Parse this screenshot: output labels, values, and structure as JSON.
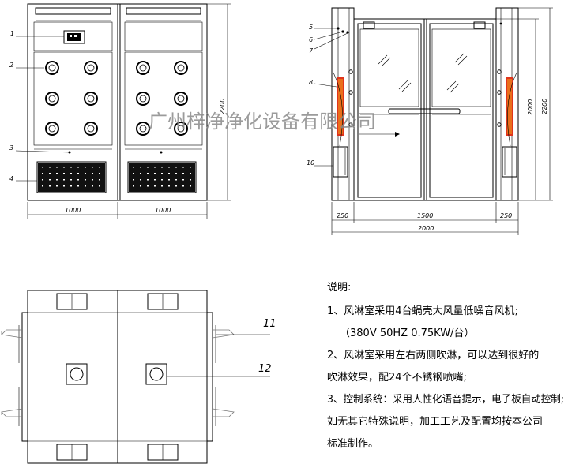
{
  "callouts": {
    "c1": "1",
    "c2": "2",
    "c3": "3",
    "c4": "4",
    "c5": "5",
    "c6": "6",
    "c7": "7",
    "c8": "8",
    "c10": "10",
    "c11": "11",
    "c12": "12"
  },
  "front_view": {
    "width_left": "1000",
    "width_right": "1000",
    "height": "2200"
  },
  "side_view": {
    "height_outer": "2200",
    "height_inner": "2000",
    "left_wing": "250",
    "center": "1500",
    "right_wing": "250",
    "total_width": "2000"
  },
  "watermark": "广州梓净净化设备有限公司",
  "notes": {
    "title": "说明:",
    "line1": "1、风淋室采用4台蜗壳大风量低噪音风机;",
    "line2": "（380V 50HZ 0.75KW/台）",
    "line3": "2、风淋室采用左右两侧吹淋，可以达到很好的",
    "line4": "吹淋效果，配24个不锈钢喷嘴;",
    "line5": "3、控制系统：采用人性化语音提示，电子板自动控制;",
    "line6": "如无其它特殊说明，加工工艺及配置均按本公司",
    "line7": "标准制作。"
  },
  "colors": {
    "line": "#000000",
    "heater_red": "#e0341c",
    "heater_orange": "#f2a01c",
    "watermark": "#8a8a8a"
  }
}
